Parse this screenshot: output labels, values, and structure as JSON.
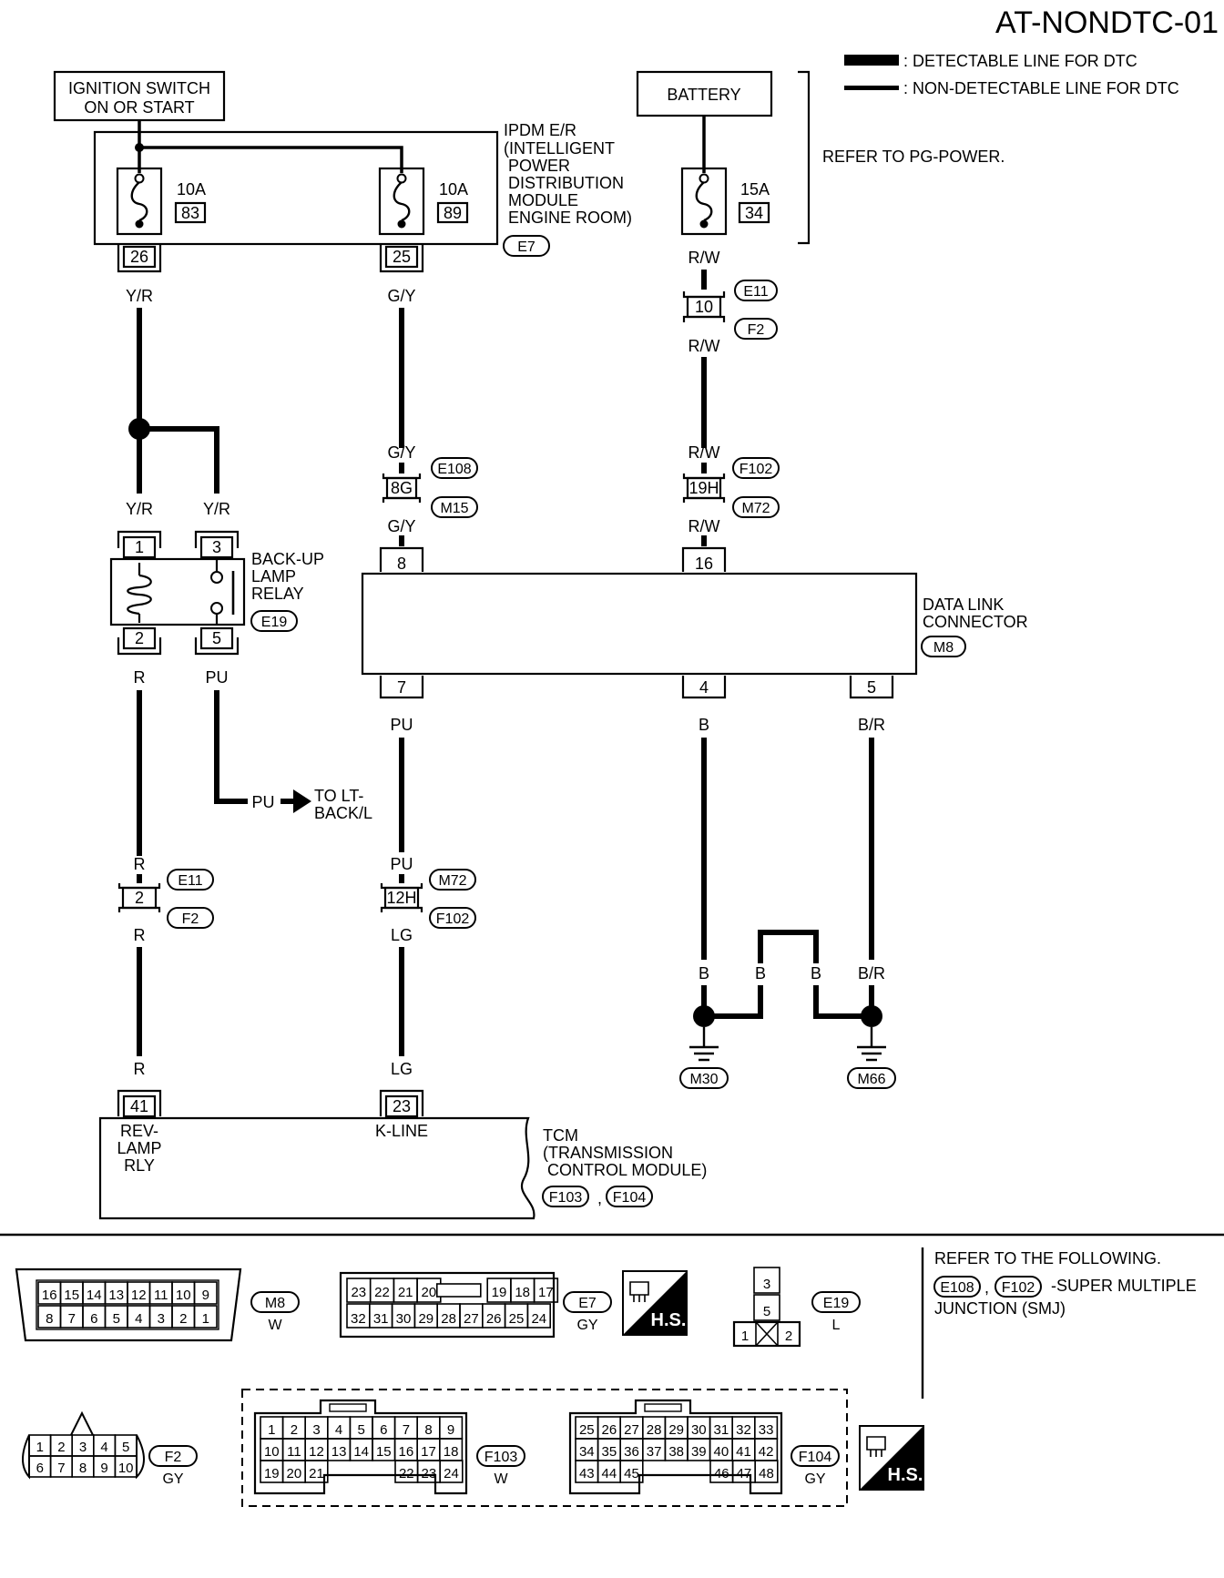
{
  "title": "AT-NONDTC-01",
  "legend": {
    "detectable": ": DETECTABLE LINE FOR DTC",
    "non_detectable": ": NON-DETECTABLE LINE FOR DTC"
  },
  "power": {
    "ignition_l1": "IGNITION SWITCH",
    "ignition_l2": "ON OR START",
    "battery": "BATTERY",
    "refer_pg": "REFER TO PG-POWER."
  },
  "ipdm": {
    "l1": "IPDM E/R",
    "l2": "(INTELLIGENT",
    "l3": "POWER",
    "l4": "DISTRIBUTION",
    "l5": "MODULE",
    "l6": "ENGINE ROOM)",
    "conn": "E7"
  },
  "fuses": [
    {
      "amp": "10A",
      "num": "83"
    },
    {
      "amp": "10A",
      "num": "89"
    },
    {
      "amp": "15A",
      "num": "34"
    }
  ],
  "pins": {
    "p26": "26",
    "p25": "25",
    "p10": "10",
    "p8g": "8G",
    "p19h": "19H",
    "p1": "1",
    "p3": "3",
    "p2": "2",
    "p5": "5",
    "p8": "8",
    "p16": "16",
    "p7": "7",
    "p4": "4",
    "p5b": "5",
    "p2b": "2",
    "p12h": "12H",
    "p41": "41",
    "p23": "23"
  },
  "wires": {
    "yr1": "Y/R",
    "gy1": "G/Y",
    "rw1": "R/W",
    "rw2": "R/W",
    "rw3": "R/W",
    "rw4": "R/W",
    "gy2": "G/Y",
    "gy3": "G/Y",
    "yr2": "Y/R",
    "yr3": "Y/R",
    "r1": "R",
    "pu1": "PU",
    "pu2": "PU",
    "pu3": "PU",
    "r2": "R",
    "r3": "R",
    "r4": "R",
    "pu4": "PU",
    "lg1": "LG",
    "lg2": "LG",
    "b1": "B",
    "br1": "B/R",
    "b2": "B",
    "b3": "B",
    "b4": "B",
    "br2": "B/R"
  },
  "connectors": {
    "e11a": "E11",
    "f2a": "F2",
    "e108": "E108",
    "m15": "M15",
    "f102a": "F102",
    "m72a": "M72",
    "e19": "E19",
    "m8": "M8",
    "e11b": "E11",
    "f2b": "F2",
    "m72b": "M72",
    "f102b": "F102",
    "m30": "M30",
    "m66": "M66",
    "f103": "F103",
    "f104": "F104"
  },
  "relay": {
    "l1": "BACK-UP",
    "l2": "LAMP",
    "l3": "RELAY"
  },
  "dlc": {
    "l1": "DATA LINK",
    "l2": "CONNECTOR"
  },
  "to_lt": {
    "l1": "TO LT-",
    "l2": "BACK/L"
  },
  "tcm": {
    "rev1": "REV-",
    "rev2": "LAMP",
    "rev3": "RLY",
    "kline": "K-LINE",
    "l1": "TCM",
    "l2": "(TRANSMISSION",
    "l3": "CONTROL MODULE)",
    "comma": ","
  },
  "views": {
    "m8": {
      "code": "M8",
      "color": "W",
      "top": [
        "16",
        "15",
        "14",
        "13",
        "12",
        "11",
        "10",
        "9"
      ],
      "bottom": [
        "8",
        "7",
        "6",
        "5",
        "4",
        "3",
        "2",
        "1"
      ]
    },
    "e7": {
      "code": "E7",
      "color": "GY",
      "top": [
        "23",
        "22",
        "21",
        "20",
        "",
        "19",
        "18",
        "17"
      ],
      "bottom": [
        "32",
        "31",
        "30",
        "29",
        "28",
        "27",
        "26",
        "25",
        "24"
      ]
    },
    "e19": {
      "code": "E19",
      "color": "L",
      "pins": [
        "3",
        "5",
        "1",
        "2"
      ]
    },
    "f2": {
      "code": "F2",
      "color": "GY",
      "top": [
        "1",
        "2",
        "3",
        "4",
        "5"
      ],
      "bottom": [
        "6",
        "7",
        "8",
        "9",
        "10"
      ]
    },
    "f103": {
      "code": "F103",
      "color": "W",
      "r1": [
        "1",
        "2",
        "3",
        "4",
        "5",
        "6",
        "7",
        "8",
        "9"
      ],
      "r2": [
        "10",
        "11",
        "12",
        "13",
        "14",
        "15",
        "16",
        "17",
        "18"
      ],
      "r3a": [
        "19",
        "20",
        "21"
      ],
      "r3b": [
        "22",
        "23",
        "24"
      ]
    },
    "f104": {
      "code": "F104",
      "color": "GY",
      "r1": [
        "25",
        "26",
        "27",
        "28",
        "29",
        "30",
        "31",
        "32",
        "33"
      ],
      "r2": [
        "34",
        "35",
        "36",
        "37",
        "38",
        "39",
        "40",
        "41",
        "42"
      ],
      "r3a": [
        "43",
        "44",
        "45"
      ],
      "r3b": [
        "46",
        "47",
        "48"
      ]
    },
    "hs": "H.S."
  },
  "refer": {
    "l1": "REFER TO THE FOLLOWING.",
    "c1": "E108",
    "c2": "F102",
    "sep": ",",
    "l2": "-SUPER MULTIPLE",
    "l3": "JUNCTION (SMJ)"
  }
}
